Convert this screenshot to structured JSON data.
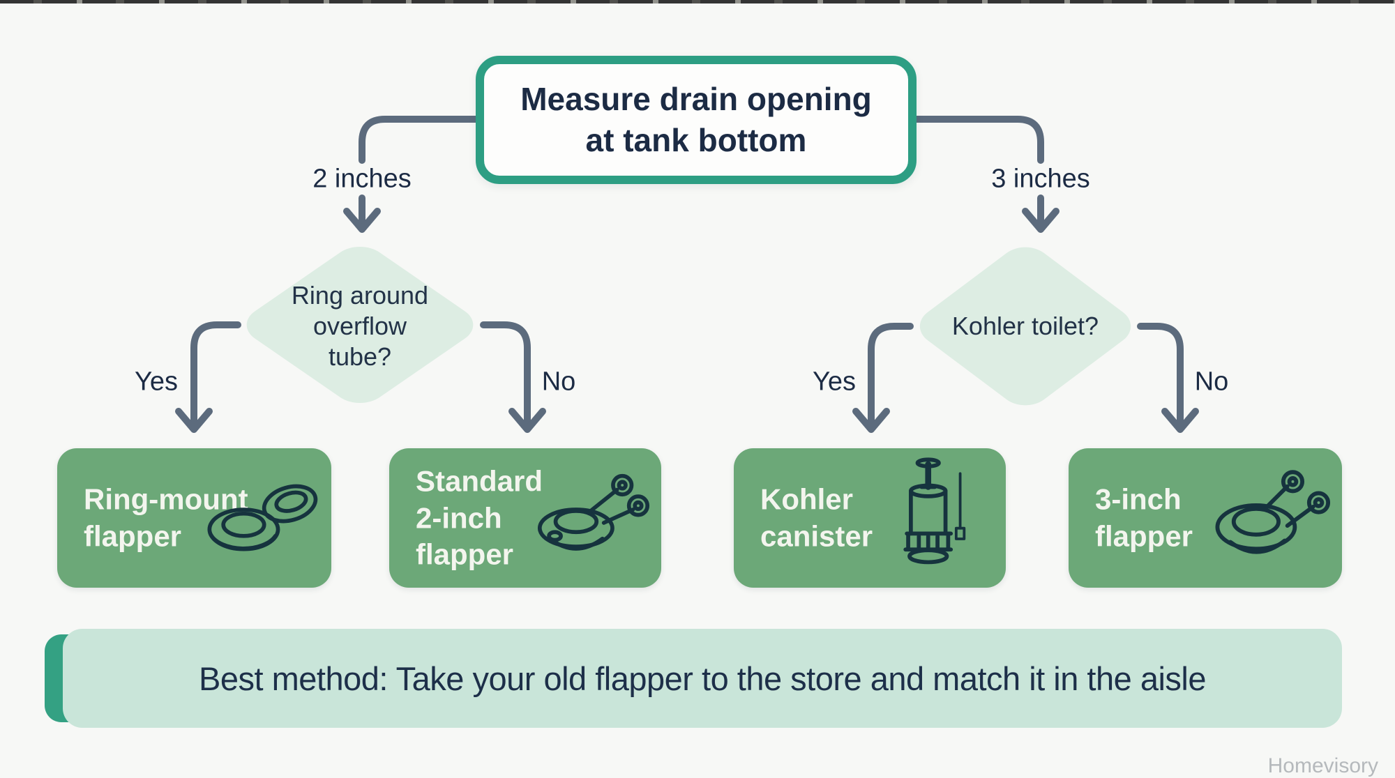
{
  "meta": {
    "watermark": "Homevisory"
  },
  "colors": {
    "background": "#F7F8F6",
    "top_strip": "#232323",
    "accent_teal": "#2D9E83",
    "node_fill": "#FDFDFC",
    "diamond_fill": "#DDEDE3",
    "outcome_green": "#6CA878",
    "banner_mint": "#C9E5D9",
    "banner_accent": "#34A183",
    "connector": "#5C6B7D",
    "ink_dark": "#1C2B44",
    "ink_light": "#F3F5EE",
    "watermark_gray": "#B5B9BC",
    "icon_ink": "#16333E"
  },
  "flowchart": {
    "root": {
      "label": "Measure drain opening\nat tank bottom"
    },
    "left_branch": {
      "size_label": "2 inches",
      "decision": "Ring around\noverflow\ntube?",
      "yes_label": "Yes",
      "no_label": "No"
    },
    "right_branch": {
      "size_label": "3 inches",
      "decision": "Kohler toilet?",
      "yes_label": "Yes",
      "no_label": "No"
    },
    "outcomes": [
      {
        "label": "Ring-mount\nflapper",
        "icon": "ring-mount-flapper-icon"
      },
      {
        "label": "Standard\n2-inch\nflapper",
        "icon": "standard-flapper-icon"
      },
      {
        "label": "Kohler\ncanister",
        "icon": "kohler-canister-icon"
      },
      {
        "label": "3-inch\nflapper",
        "icon": "three-inch-flapper-icon"
      }
    ]
  },
  "footer": {
    "banner_text": "Best method: Take your old flapper to the store and match it in the aisle"
  }
}
